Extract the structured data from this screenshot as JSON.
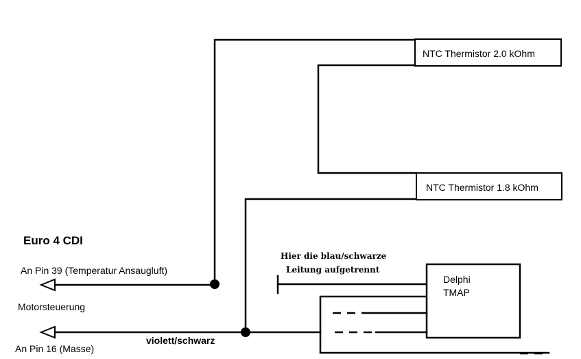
{
  "diagram": {
    "ecu_title": "Euro 4 CDI",
    "pin39_label": "An Pin 39 (Temperatur Ansaugluft)",
    "ecu_label": "Motorsteuerung",
    "pin16_label": "An Pin 16 (Masse)",
    "wire_color_label": "violett/schwarz",
    "cut_note_line1": "Hier die blau/schwarze",
    "cut_note_line2": "Leitung aufgetrennt",
    "thermistor1_label": "NTC Thermistor 2.0 kOhm",
    "thermistor2_label": "NTC Thermistor 1.8 kOhm",
    "tmap_line1": "Delphi",
    "tmap_line2": "TMAP"
  }
}
